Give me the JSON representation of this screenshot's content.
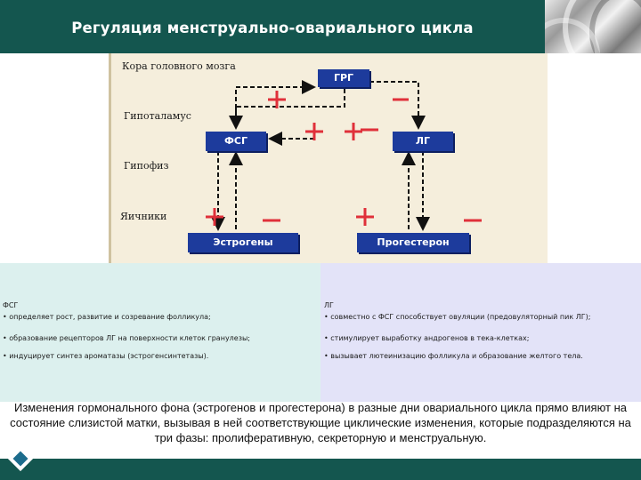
{
  "title": "Регуляция менструально-овариального цикла",
  "diagram": {
    "levels": [
      "Кора головного мозга",
      "Гипоталамус",
      "Гипофиз",
      "Яичники"
    ],
    "boxes": {
      "grg": "ГРГ",
      "fsg": "ФСГ",
      "lg": "ЛГ",
      "estrogens": "Эстрогены",
      "progesterone": "Прогестерон"
    },
    "colors": {
      "box": "#1d3b9c",
      "arrow": "#111111",
      "sign": "#e0303a",
      "background": "#f5eedc"
    }
  },
  "fsg_panel": {
    "heading": "ФСГ",
    "items": [
      "определяет рост, развитие и созревание фолликула;",
      "образование рецепторов ЛГ на поверхности клеток гранулезы;",
      "индуцирует синтез ароматазы (эстрогенсинтетазы)."
    ]
  },
  "lg_panel": {
    "heading": "ЛГ",
    "items": [
      "совместно с ФСГ способствует овуляции (предовуляторный пик ЛГ);",
      "стимулирует выработку андрогенов в тека-клетках;",
      "вызывает лютеинизацию фолликула и образование желтого тела."
    ]
  },
  "caption": "Изменения гормонального фона (эстрогенов и прогестерона) в разные дни овариального цикла прямо влияют на состояние слизистой матки, вызывая в ней соответствующие циклические изменения, которые подразделяются на три фазы: пролиферативную, секреторную и менструальную.",
  "icons": {
    "logo": "diamond-logo-icon",
    "header_art": "abstract-rings-icon"
  },
  "theme": {
    "header": "#14564f",
    "left_panel": "#dcf0ee",
    "right_panel": "#e3e3f8"
  }
}
